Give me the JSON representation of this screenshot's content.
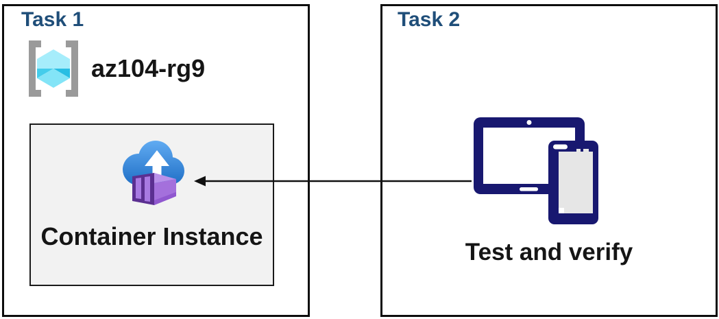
{
  "diagram": {
    "type": "azure-lab-task-flow"
  },
  "task1": {
    "title": "Task 1",
    "resource_group": {
      "icon": "resource-group-icon",
      "name": "az104-rg9"
    },
    "container_card": {
      "icon": "container-instances-icon",
      "label": "Container Instance"
    }
  },
  "task2": {
    "title": "Task 2",
    "icon": "tablet-and-phone-icon",
    "label": "Test and verify"
  },
  "arrow": {
    "icon": "arrow-left-icon",
    "from": "task2-devices",
    "to": "container-instance",
    "direction": "right-to-left"
  },
  "colors": {
    "title_blue": "#1f4e79",
    "text_black": "#151515",
    "panel_border": "#0d0d0d",
    "card_bg": "#f2f2f2",
    "device_navy": "#181870",
    "bracket_gray": "#9a9a9a",
    "cube_cyan_light": "#a6edfb",
    "cube_cyan_mid": "#44cdeb",
    "cube_cyan_dark": "#28bee3",
    "cloud_blue_top": "#61abf2",
    "cloud_blue_bottom": "#1e6ec5",
    "container_purple_dark": "#5b2f91",
    "container_purple_mid": "#a470dc",
    "container_purple_light": "#a87ae2"
  }
}
